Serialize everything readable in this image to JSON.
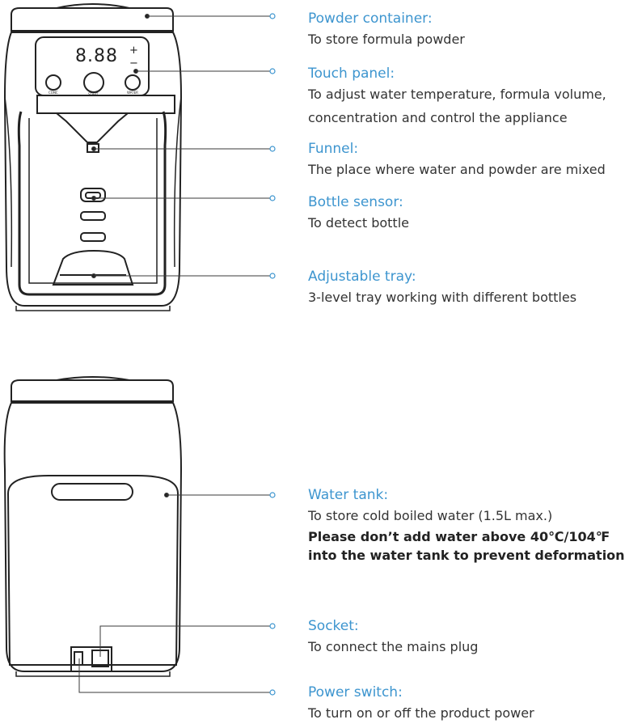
{
  "panel": {
    "display": "8.88",
    "plus": "+",
    "minus": "−",
    "buttons": [
      "CONC",
      "START",
      "WATER"
    ]
  },
  "callouts": [
    {
      "title": "Powder container:",
      "desc": "To store formula powder"
    },
    {
      "title": "Touch panel:",
      "desc": "To adjust water temperature, formula volume,",
      "desc2": "concentration and control the appliance"
    },
    {
      "title": "Funnel:",
      "desc": "The place where water and powder are mixed"
    },
    {
      "title": "Bottle sensor:",
      "desc": "To detect bottle"
    },
    {
      "title": "Adjustable tray:",
      "desc": "3-level tray working with different bottles"
    },
    {
      "title": "Water tank:",
      "desc": "To store cold boiled water (1.5L max.)",
      "warn1": "Please don’t add water above 40℃/104℉",
      "warn2": "into the water tank to prevent deformation."
    },
    {
      "title": "Socket:",
      "desc": "To connect the mains plug"
    },
    {
      "title": "Power switch:",
      "desc": "To turn on or off the product power"
    }
  ],
  "colors": {
    "accent": "#3d95cf",
    "line": "#222222"
  }
}
